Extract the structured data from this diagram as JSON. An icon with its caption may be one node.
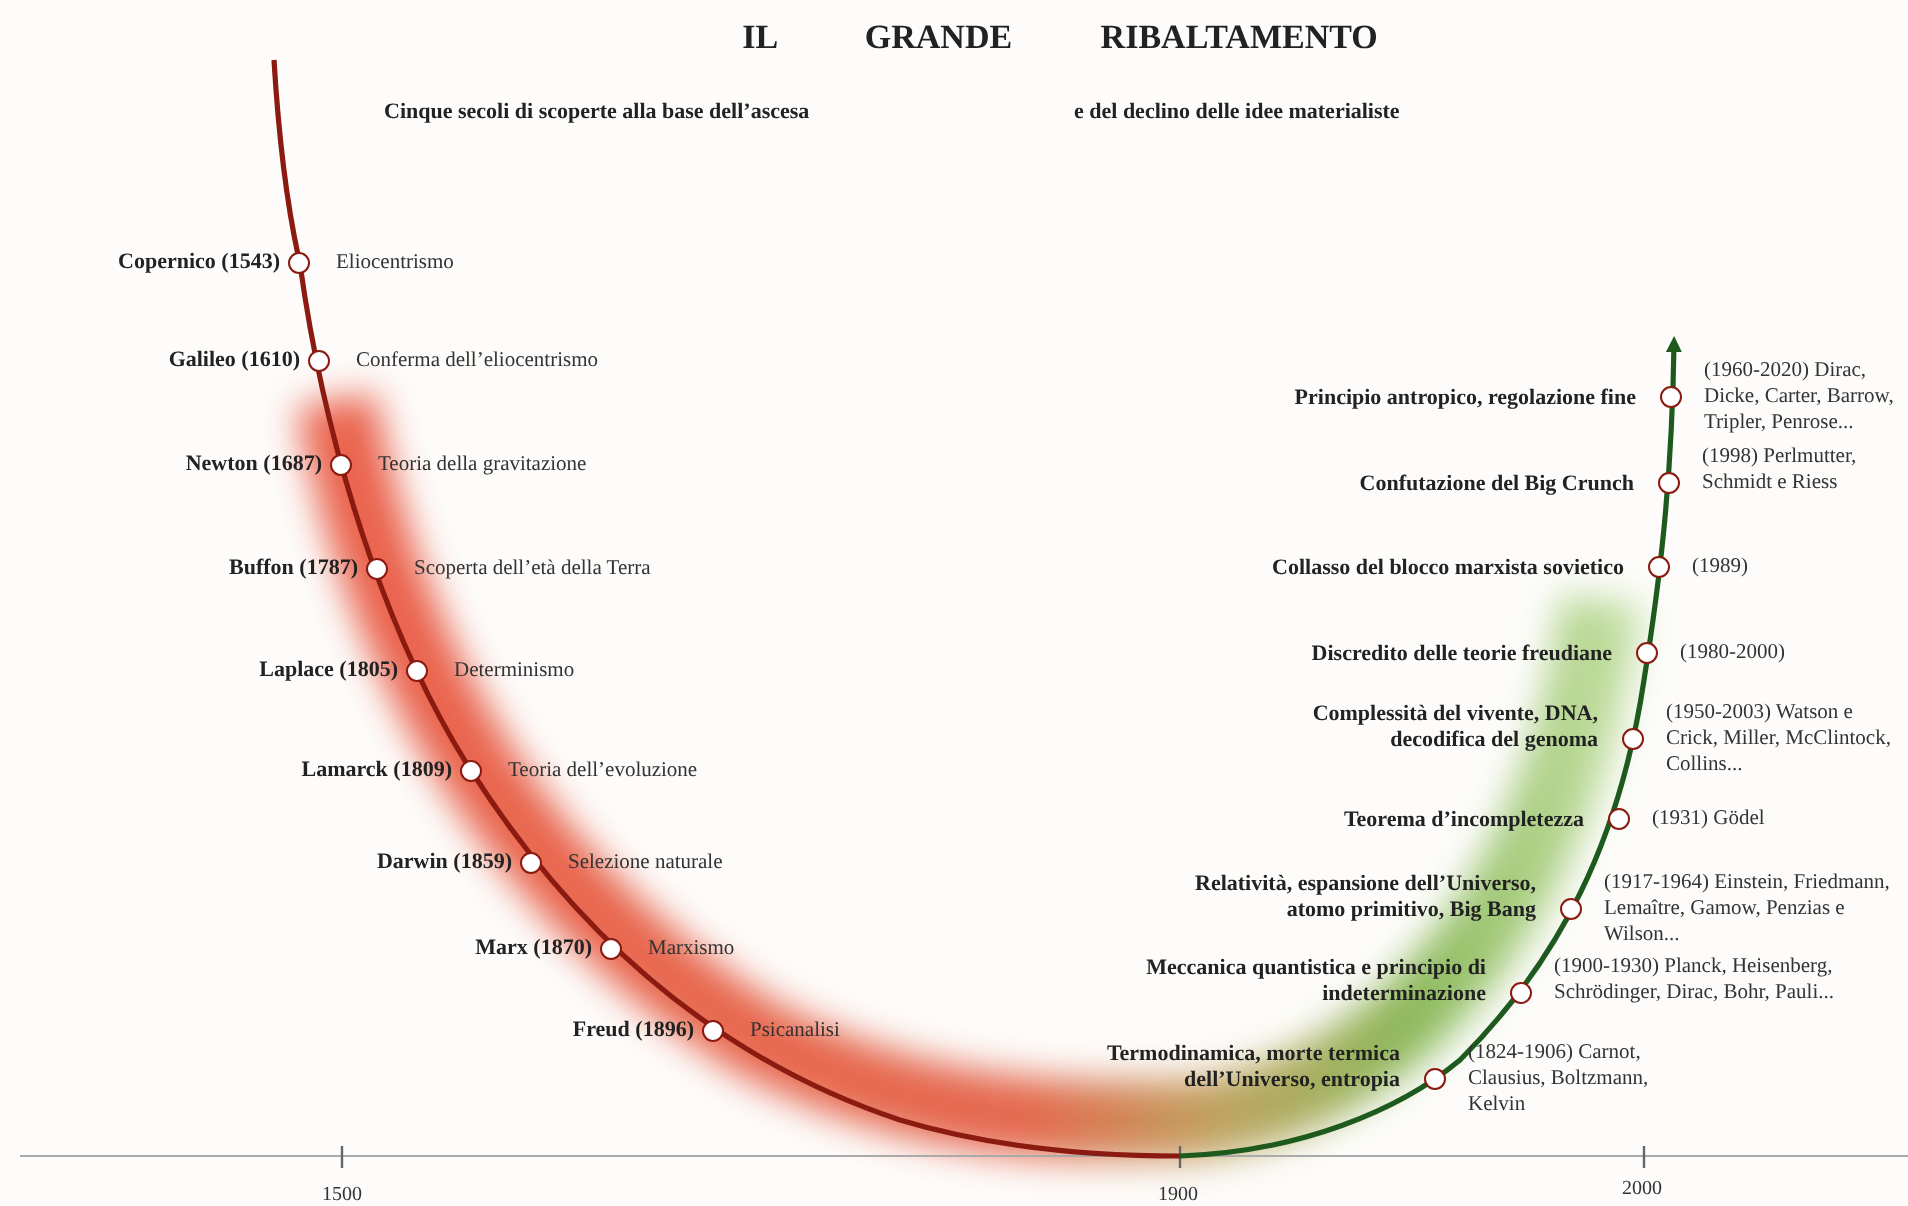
{
  "diagram": {
    "title": "IL GRANDE RIBALTAMENTO",
    "nodes": [
      {
        "text": [],
        "shape": "circle",
        "beside": [
          "Copernico (1543)",
          "Eliocentrismo"
        ]
      },
      {
        "text": [],
        "shape": "circle",
        "beside": [
          "Galileo (1610)",
          "Conferma dell’eliocentrismo"
        ]
      },
      {
        "text": [],
        "shape": "circle",
        "beside": [
          "Newton (1687)",
          "Teoria della gravitazione"
        ]
      },
      {
        "text": [],
        "shape": "circle",
        "beside": [
          "Buffon (1787)",
          "Scoperta dell’età della Terra"
        ]
      },
      {
        "text": [],
        "shape": "circle",
        "beside": [
          "Laplace (1805)",
          "Determinismo"
        ]
      },
      {
        "text": [],
        "shape": "circle",
        "beside": [
          "Lamarck (1809)",
          "Teoria dell’evoluzione"
        ]
      },
      {
        "text": [],
        "shape": "circle",
        "beside": [
          "Darwin (1859)",
          "Selezione naturale"
        ]
      },
      {
        "text": [],
        "shape": "circle",
        "beside": [
          "Marx (1870)",
          "Marxismo"
        ]
      },
      {
        "text": [],
        "shape": "circle",
        "beside": [
          "Freud (1896)",
          "Psicanalisi"
        ]
      },
      {
        "text": [],
        "shape": "circle",
        "beside": [
          "Principio antropico, regolazione fine",
          "(1960-2020) Dirac, Dicke, Carter, Barrow, Tripler, Penrose..."
        ]
      },
      {
        "text": [],
        "shape": "circle",
        "beside": [
          "Confutazione del Big Crunch",
          "(1998) Perlmutter, Schmidt e Riess"
        ]
      },
      {
        "text": [],
        "shape": "circle",
        "beside": [
          "Collasso del blocco marxista sovietico",
          "(1989)"
        ]
      },
      {
        "text": [],
        "shape": "circle",
        "beside": [
          "Discredito delle teorie freudiane",
          "(1980-2000)"
        ]
      },
      {
        "text": [],
        "shape": "circle",
        "beside": [
          "Complessità del vivente, DNA, decodifica del genoma",
          "(1950-2003) Watson e Crick, Miller, McClintock, Collins..."
        ]
      },
      {
        "text": [],
        "shape": "circle",
        "beside": [
          "Teorema d’incompletezza",
          "(1931) Gödel"
        ]
      },
      {
        "text": [],
        "shape": "circle",
        "beside": [
          "Relatività, espansione dell’Universo, atomo primitivo, Big Bang",
          "(1917-1964) Einstein, Friedmann, Lemaître, Gamow, Penzias e Wilson..."
        ]
      },
      {
        "text": [],
        "shape": "circle",
        "beside": [
          "Meccanica quantistica e principio di indeterminazione",
          "(1900-1930) Planck, Heisenberg, Schrödinger, Dirac, Bohr, Pauli..."
        ]
      },
      {
        "text": [],
        "shape": "circle",
        "beside": [
          "Termodinamica, morte termica dell’Universo, entropia",
          "(1824-1906) Carnot, Clausius, Boltzmann, Kelvin"
        ]
      }
    ],
    "labels": [
      "Cinque secoli di scoperte alla base dell’ascesa",
      "e del declino delle idee materialiste",
      "1500",
      "1900",
      "2000"
    ]
  }
}
